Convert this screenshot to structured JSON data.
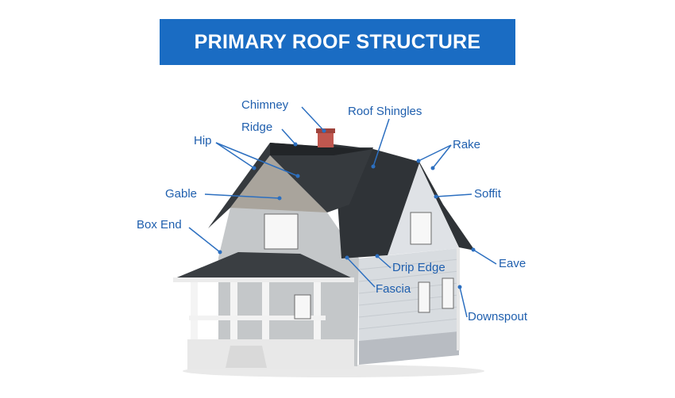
{
  "title": "PRIMARY ROOF STRUCTURE",
  "colors": {
    "banner": "#1a6cc3",
    "label": "#1f5fae",
    "leader": "#2c6fc0"
  },
  "labels": {
    "chimney": "Chimney",
    "ridge": "Ridge",
    "hip": "Hip",
    "gable": "Gable",
    "box_end": "Box End",
    "roof_shingles": "Roof Shingles",
    "rake": "Rake",
    "soffit": "Soffit",
    "drip_edge": "Drip Edge",
    "eave": "Eave",
    "fascia": "Fascia",
    "downspout": "Downspout"
  }
}
